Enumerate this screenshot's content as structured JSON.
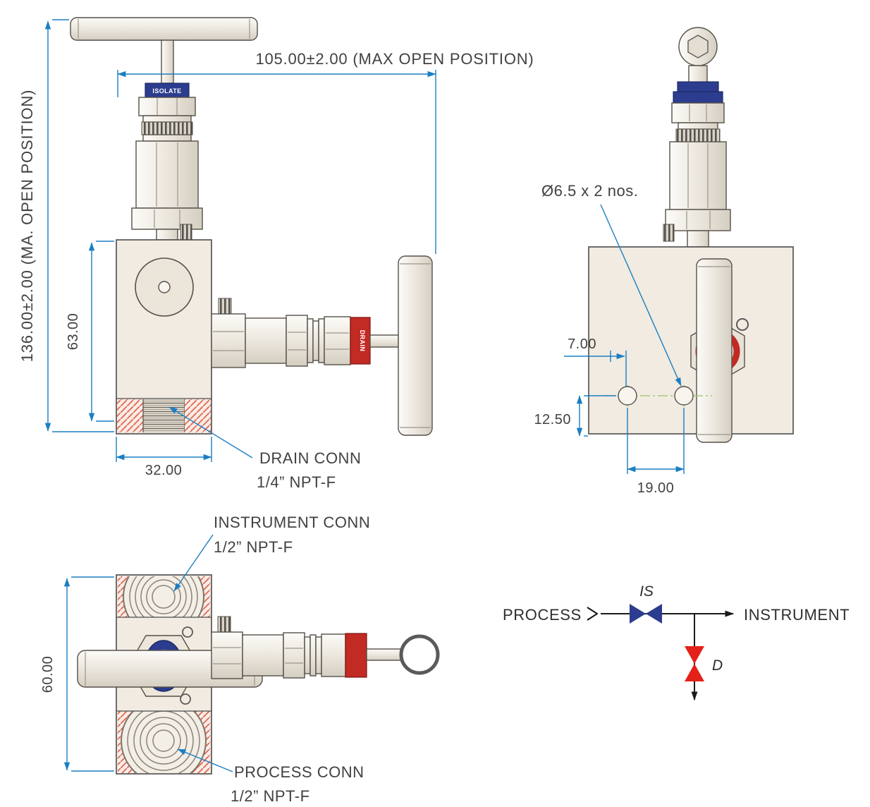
{
  "front_view": {
    "dim_overall_height": "136.00±2.00 (MA. OPEN POSITION)",
    "dim_max_open_width": "105.00±2.00 (MAX OPEN POSITION)",
    "dim_body_height": "63.00",
    "dim_body_width": "32.00",
    "isolate_band_label": "ISOLATE",
    "drain_band_label": "DRAIN",
    "drain_conn_label_line1": "DRAIN CONN",
    "drain_conn_label_line2": "1/4” NPT-F"
  },
  "side_view": {
    "mounting_holes_label": "Ø6.5 x 2 nos.",
    "dim_hole_offset": "7.00",
    "dim_hole_height": "12.50",
    "dim_hole_spacing": "19.00"
  },
  "top_view": {
    "dim_body_depth": "60.00",
    "instrument_conn_label_line1": "INSTRUMENT CONN",
    "instrument_conn_label_line2": "1/2” NPT-F",
    "process_conn_label_line1": "PROCESS CONN",
    "process_conn_label_line2": "1/2” NPT-F"
  },
  "schematic": {
    "process_label": "PROCESS",
    "instrument_label": "INSTRUMENT",
    "isolate_valve_label": "IS",
    "drain_valve_label": "D"
  },
  "colors": {
    "dimension_blue": "#1b7ec2",
    "isolate_blue": "#2c3c8e",
    "drain_red": "#c22a24",
    "schematic_red": "#e32119",
    "body_beige": "#f1ebe1",
    "hatch_red": "#df6950",
    "centerline_green": "#9ec265"
  }
}
